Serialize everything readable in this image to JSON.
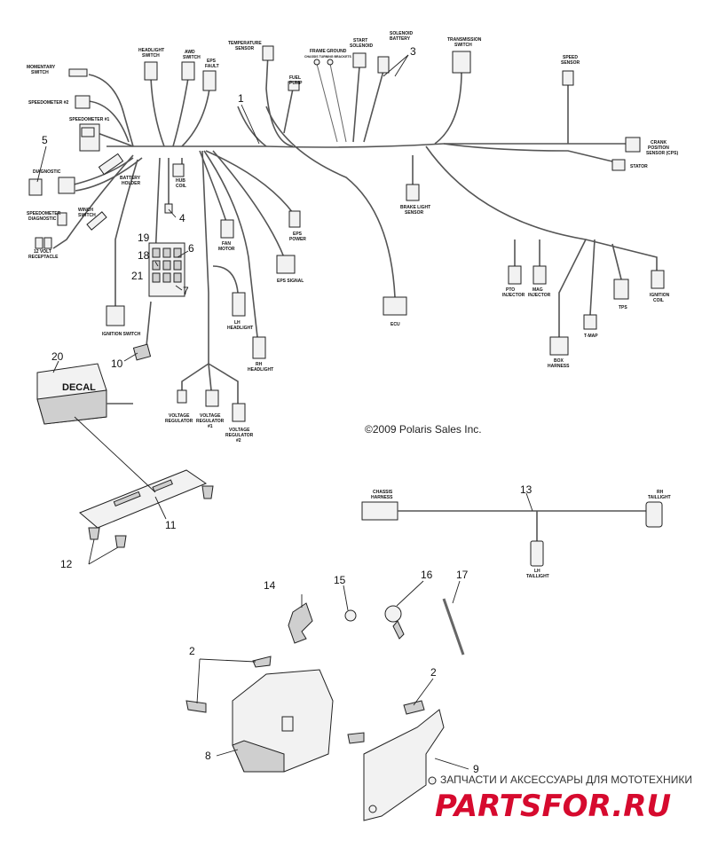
{
  "copyright": "©2009 Polaris Sales Inc.",
  "callouts": {
    "c1": "1",
    "c2a": "2",
    "c2b": "2",
    "c3": "3",
    "c4": "4",
    "c5": "5",
    "c6": "6",
    "c7": "7",
    "c8": "8",
    "c9": "9",
    "c10": "10",
    "c11": "11",
    "c12": "12",
    "c13": "13",
    "c14": "14",
    "c15": "15",
    "c16": "16",
    "c17": "17",
    "c18": "18",
    "c19": "19",
    "c20": "20",
    "c21": "21"
  },
  "labels": {
    "momentary_switch_1": "MOMENTARY",
    "momentary_switch_2": "SWITCH",
    "speedometer2": "SPEEDOMETER #2",
    "speedometer1": "SPEEDOMETER #1",
    "headlight_switch_1": "HEADLIGHT",
    "headlight_switch_2": "SWITCH",
    "awd_switch_1": "AWD",
    "awd_switch_2": "SWITCH",
    "eps_fault_1": "EPS",
    "eps_fault_2": "FAULT",
    "temp_sensor_1": "TEMPERATURE",
    "temp_sensor_2": "SENSOR",
    "frame_ground_1": "FRAME GROUND",
    "frame_ground_2": "CHASSIS  TURNING  BRACKETS",
    "fuel_pump_1": "FUEL",
    "fuel_pump_2": "PUMP",
    "start_solenoid_1": "START",
    "start_solenoid_2": "SOLENOID",
    "solenoid_battery_1": "SOLENOID",
    "solenoid_battery_2": "BATTERY",
    "transmission_switch_1": "TRANSMISSION",
    "transmission_switch_2": "SWITCH",
    "speed_sensor_1": "SPEED",
    "speed_sensor_2": "SENSOR",
    "crank_sensor_1": "CRANK",
    "crank_sensor_2": "POSITION",
    "crank_sensor_3": "SENSOR (CPS)",
    "stator": "STATOR",
    "diagnostic": "DIAGNOSTIC",
    "battery_holder_1": "BATTERY",
    "battery_holder_2": "HOLDER",
    "speedometer_diag_1": "SPEEDOMETER",
    "speedometer_diag_2": "DIAGNOSTIC",
    "winch_switch_1": "WINCH",
    "winch_switch_2": "SWITCH",
    "receptacle_1": "12  VOLT",
    "receptacle_2": "RECEPTACLE",
    "hub_coil_1": "HUB",
    "hub_coil_2": "COIL",
    "brake_light_1": "BRAKE  LIGHT",
    "brake_light_2": "SENSOR",
    "fan_motor_1": "FAN",
    "fan_motor_2": "MOTOR",
    "eps_power_1": "EPS",
    "eps_power_2": "POWER",
    "eps_signal": "EPS  SIGNAL",
    "lh_headlight_1": "LH",
    "lh_headlight_2": "HEADLIGHT",
    "rh_headlight_1": "RH",
    "rh_headlight_2": "HEADLIGHT",
    "ignition_switch": "IGNITION  SWITCH",
    "ecu": "ECU",
    "pto_injector_1": "PTO",
    "pto_injector_2": "INJECTOR",
    "mag_injector_1": "MAG",
    "mag_injector_2": "INJECTOR",
    "tps": "TPS",
    "ignition_coil_1": "IGNITION",
    "ignition_coil_2": "COIL",
    "tmap": "T-MAP",
    "box_harness_1": "BOX",
    "box_harness_2": "HARNESS",
    "vreg_1a": "VOLTAGE",
    "vreg_1b": "REGULATOR",
    "vreg_2a": "VOLTAGE",
    "vreg_2b": "REGULATOR",
    "vreg_2c": "#1",
    "vreg_3a": "VOLTAGE",
    "vreg_3b": "REGULATOR",
    "vreg_3c": "#2",
    "chassis_harness_1": "CHASSIS",
    "chassis_harness_2": "HARNESS",
    "rh_taillight_1": "RH",
    "rh_taillight_2": "TAILLIGHT",
    "lh_taillight_1": "LH",
    "lh_taillight_2": "TAILLIGHT",
    "decal": "DECAL"
  },
  "watermark": {
    "tagline": "ЗАПЧАСТИ И АКСЕССУАРЫ ДЛЯ МОТОТЕХНИКИ",
    "logo": "PARTSFOR.RU",
    "color": "#d60a2e"
  }
}
